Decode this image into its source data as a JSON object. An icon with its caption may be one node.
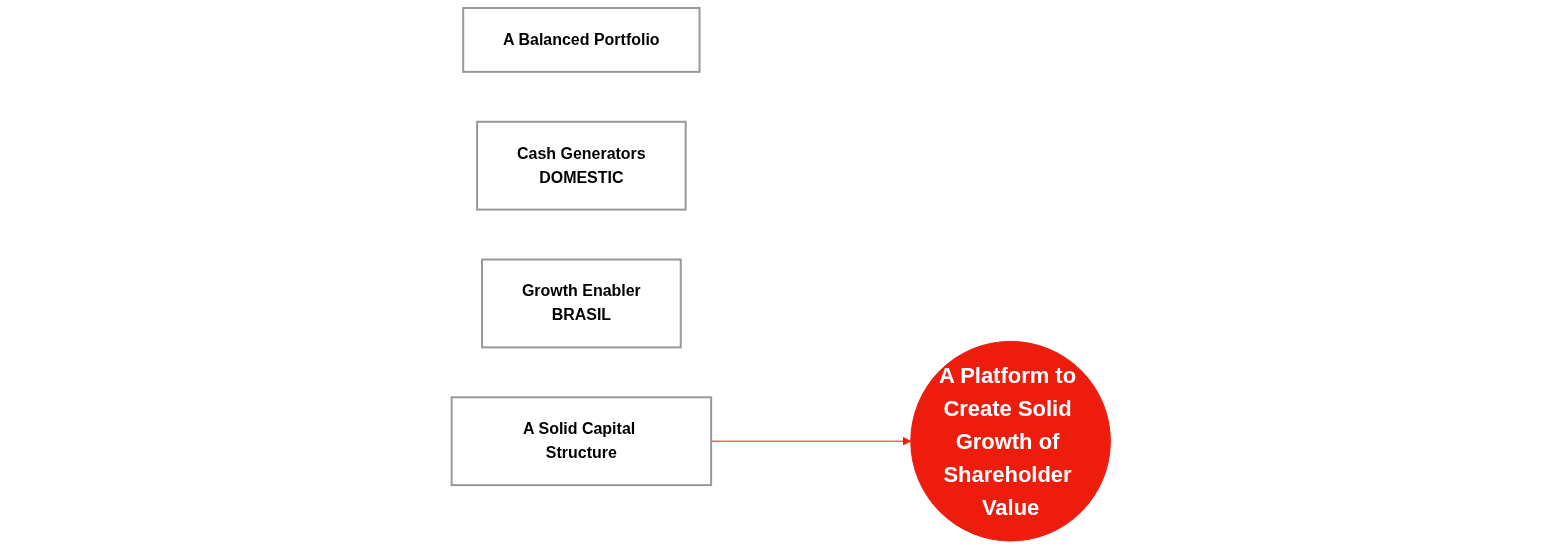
{
  "diagram": {
    "nodes": [
      {
        "text": [
          "A Balanced Portfolio"
        ]
      },
      {
        "text": [
          "Cash Generators",
          "DOMESTIC"
        ]
      },
      {
        "text": [
          "Growth Enabler",
          "BRASIL"
        ]
      },
      {
        "text": [
          "A Solid Capital Structure"
        ]
      },
      {
        "text": [
          "A Platform to Create Solid Growth of Shareholder Value"
        ]
      }
    ],
    "edges": [
      {
        "from": 3,
        "to": 4,
        "arrow": "to",
        "color": "#ee1c0c"
      }
    ]
  }
}
